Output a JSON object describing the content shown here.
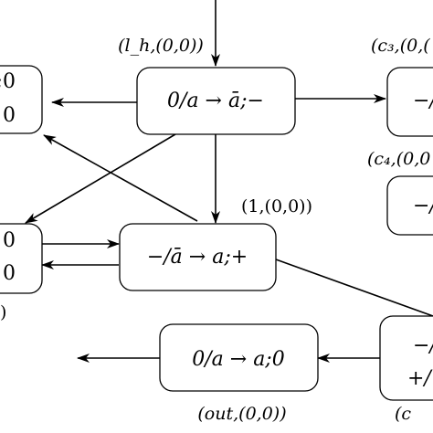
{
  "nodes": {
    "top_center": {
      "text": "0/a → ā;−",
      "label": "(l_h,(0,0))"
    },
    "middle_center": {
      "text": "−/ā → a;+",
      "label": "(1,(0,0))"
    },
    "bottom_center": {
      "text": "0/a → a;0",
      "label": "(out,(0,0))"
    },
    "left_top": {
      "line1": ";0",
      "line2": "0"
    },
    "left_middle": {
      "line1": "0",
      "line2": "0"
    },
    "left_caption": ")",
    "right_top": {
      "text": "−/",
      "label": "(c₃,(0,("
    },
    "right_middle": {
      "text": "−/",
      "label": "(c₄,(0,0"
    },
    "right_bottom": {
      "line1": "−/",
      "line2": "+/"
    },
    "right_bottom_caption": "(c"
  }
}
